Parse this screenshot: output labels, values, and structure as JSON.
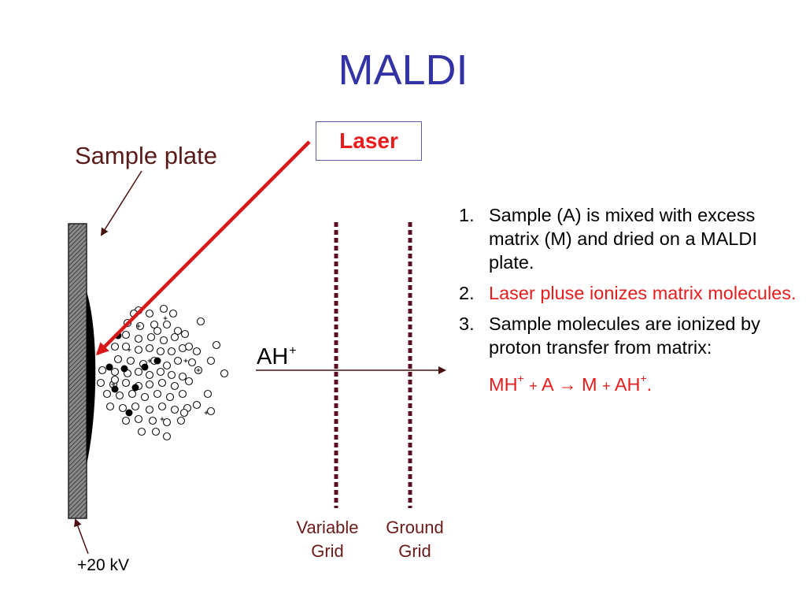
{
  "title": "MALDI",
  "labels": {
    "sample_plate": "Sample  plate",
    "laser": "Laser",
    "ion": "AH",
    "ion_charge": "+",
    "variable_grid_line1": "Variable",
    "variable_grid_line2": "Grid",
    "ground_grid_line1": "Ground",
    "ground_grid_line2": "Grid",
    "voltage": "+20 kV"
  },
  "steps": [
    {
      "number": "1.",
      "text": "Sample (A) is mixed with excess matrix (M) and dried on a MALDI plate."
    },
    {
      "number": "2.",
      "text": "Laser pluse ionizes matrix molecules."
    },
    {
      "number": "3.",
      "text": "Sample molecules are ionized by proton transfer from matrix:"
    }
  ],
  "equation": {
    "reactant1": "MH",
    "charge": "+",
    "plus": "+",
    "reactant2": "A",
    "arrow": "→",
    "product1": "M",
    "product2": "AH"
  },
  "colors": {
    "title": "#3333a6",
    "laser": "#e81c1c",
    "step_highlight": "#e81c1c",
    "grid": "#5a1020",
    "plate": "#6e6e6e"
  }
}
